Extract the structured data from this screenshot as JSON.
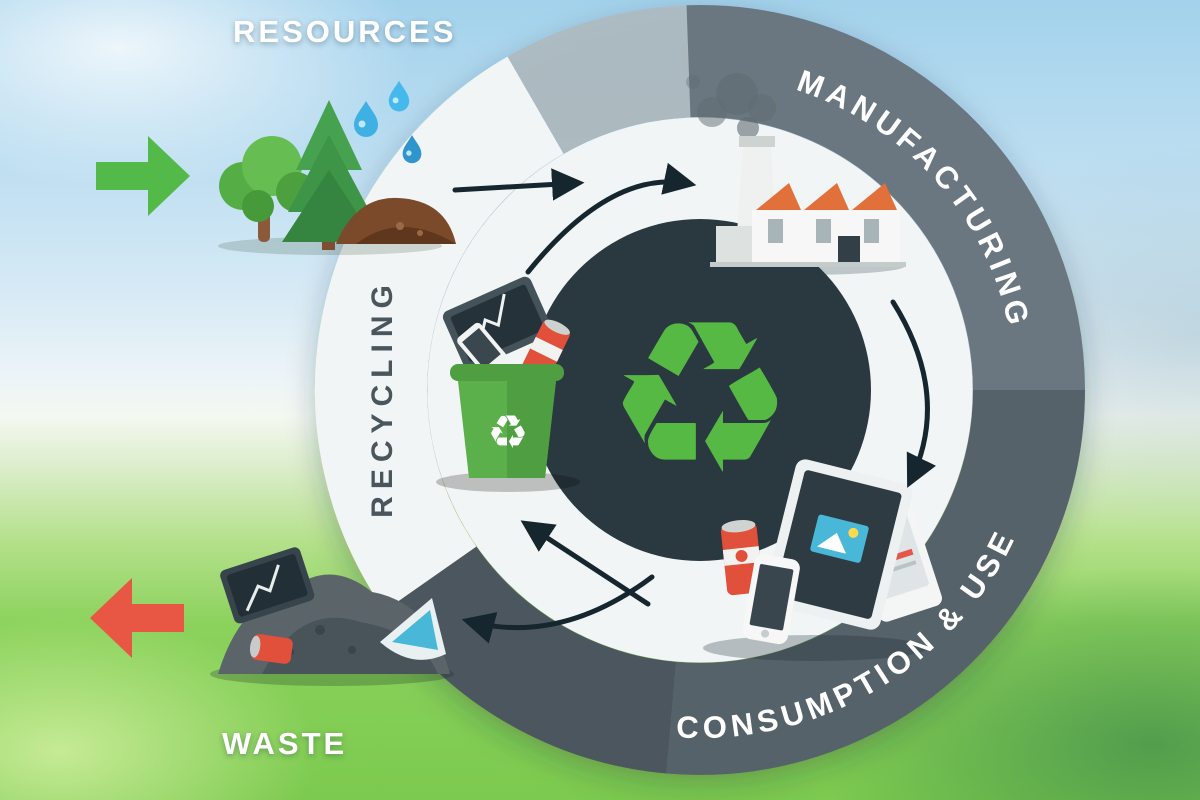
{
  "stages": {
    "resources": {
      "label": "RESOURCES"
    },
    "manufacturing": {
      "label": "MANUFACTURING"
    },
    "consumption": {
      "label": "CONSUMPTION & USE"
    },
    "waste": {
      "label": "WASTE"
    },
    "recycling": {
      "label": "RECYCLING"
    }
  },
  "icons": {
    "recycle_symbol": "♻",
    "bin_recycle_symbol": "♻",
    "input_arrow": "green-right-arrow",
    "output_arrow": "red-left-arrow"
  },
  "colors": {
    "accent_green": "#53b948",
    "accent_red": "#e85744",
    "ring_center_dark": "#2b3840",
    "ring_white": "#f2f5f5",
    "ring_gray_top": "#6b7780",
    "ring_gray_right": "#566269",
    "ring_gray_bottom_left": "#4b575e",
    "ring_gray_upper_left": "#aeb9bd",
    "recycle_symbol_green": "#56b944",
    "flow_arrow_dark": "#16262e",
    "label_light": "#ffffff",
    "label_dark": "#4a555c"
  }
}
